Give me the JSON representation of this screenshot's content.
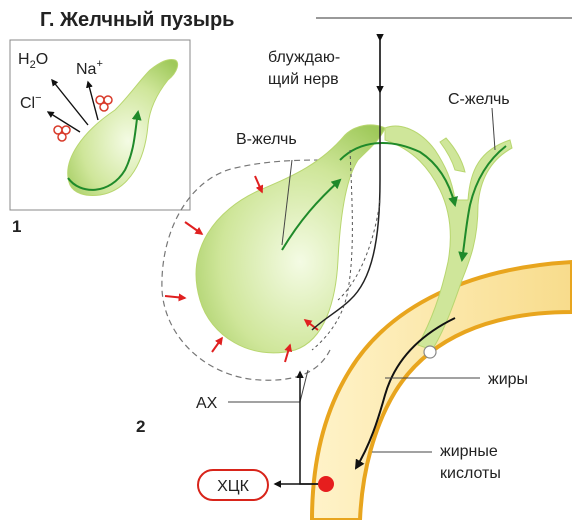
{
  "title": "Г. Желчный пузырь",
  "panel_numbers": [
    "1",
    "2"
  ],
  "inset": {
    "h2o_main": "H",
    "h2o_sub": "2",
    "h2o_tail": "O",
    "na_main": "Na",
    "na_sup": "+",
    "cl_main": "Cl",
    "cl_sup": "−"
  },
  "labels": {
    "vagus_line1": "блуждаю-",
    "vagus_line2": "щий нерв",
    "c_bile": "С-желчь",
    "b_bile": "В-желчь",
    "ach": "АХ",
    "fats": "жиры",
    "fatty_acids_line1": "жирные",
    "fatty_acids_line2": "кислоты",
    "cck": "ХЦК"
  },
  "colors": {
    "gallbladder_fill": "#c5e08a",
    "bile_arrow": "#1f8a2a",
    "contraction_arrow": "#e02020",
    "intestine_wall": "#e8a51e",
    "intestine_fill": "#fbe6a6"
  }
}
